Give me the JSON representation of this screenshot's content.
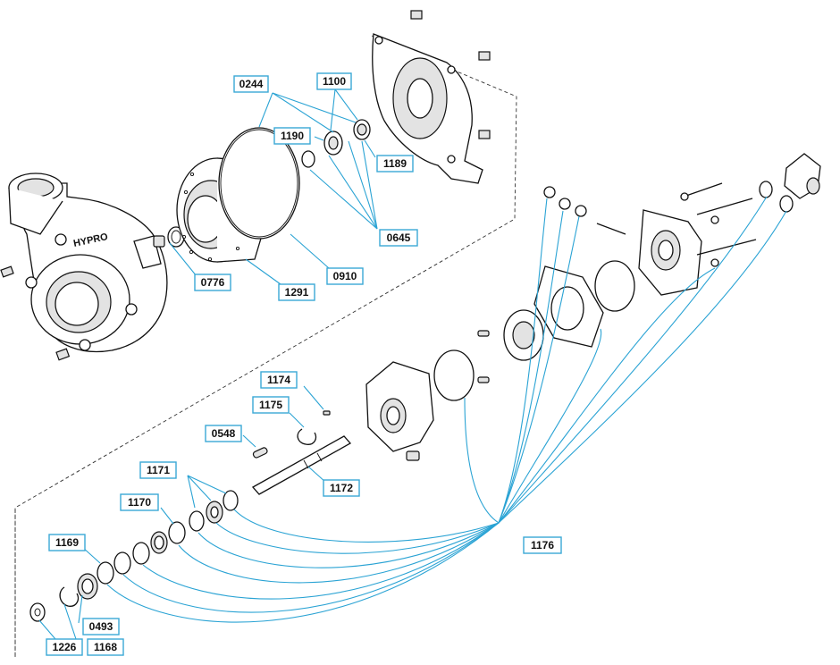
{
  "diagram": {
    "brand_mark": "HYPRO",
    "callouts": [
      {
        "id": "c-0244",
        "label": "0244"
      },
      {
        "id": "c-1100",
        "label": "1100"
      },
      {
        "id": "c-1190",
        "label": "1190"
      },
      {
        "id": "c-1189",
        "label": "1189"
      },
      {
        "id": "c-0645",
        "label": "0645"
      },
      {
        "id": "c-0776",
        "label": "0776"
      },
      {
        "id": "c-1291",
        "label": "1291"
      },
      {
        "id": "c-0910",
        "label": "0910"
      },
      {
        "id": "c-1174",
        "label": "1174"
      },
      {
        "id": "c-1175",
        "label": "1175"
      },
      {
        "id": "c-0548",
        "label": "0548"
      },
      {
        "id": "c-1172",
        "label": "1172"
      },
      {
        "id": "c-1171",
        "label": "1171"
      },
      {
        "id": "c-1170",
        "label": "1170"
      },
      {
        "id": "c-1169",
        "label": "1169"
      },
      {
        "id": "c-1176",
        "label": "1176"
      },
      {
        "id": "c-0493",
        "label": "0493"
      },
      {
        "id": "c-1226",
        "label": "1226"
      },
      {
        "id": "c-1168",
        "label": "1168"
      }
    ],
    "accent_color": "#2aa3d4"
  }
}
